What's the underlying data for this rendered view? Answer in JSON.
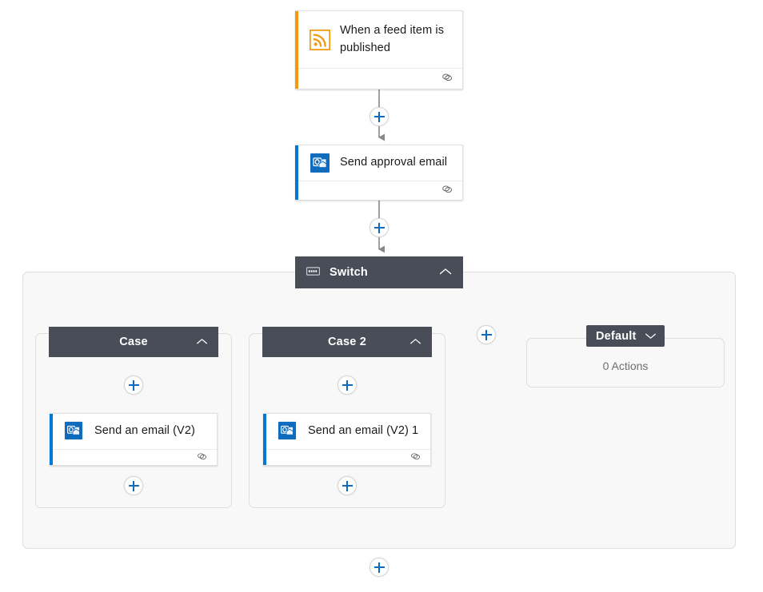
{
  "flow": {
    "trigger": {
      "title": "When a feed item is published",
      "icon": "rss-icon",
      "accent_color": "#f3990b",
      "footer_icon": "comment-icon"
    },
    "actions": [
      {
        "id": "send-approval-email",
        "title": "Send approval email",
        "icon": "outlook-icon",
        "accent_color": "#0078d4",
        "footer_icon": "comment-icon"
      }
    ],
    "switch": {
      "label": "Switch",
      "icon": "switch-icon",
      "collapse_icon": "chevron-up-icon",
      "cases": [
        {
          "label": "Case",
          "collapse_icon": "chevron-up-icon",
          "action": {
            "title": "Send an email (V2)",
            "icon": "outlook-icon",
            "accent_color": "#0078d4",
            "footer_icon": "comment-icon"
          }
        },
        {
          "label": "Case 2",
          "collapse_icon": "chevron-up-icon",
          "action": {
            "title": "Send an email (V2) 1",
            "icon": "outlook-icon",
            "accent_color": "#0078d4",
            "footer_icon": "comment-icon"
          }
        }
      ],
      "default": {
        "label": "Default",
        "expand_icon": "chevron-down-icon",
        "actions_text": "0 Actions"
      },
      "add_case_label": "+"
    },
    "add_buttons": {
      "after_trigger": "+",
      "after_send_approval": "+",
      "case1_before_action": "+",
      "case1_after_action": "+",
      "case2_before_action": "+",
      "case2_after_action": "+",
      "add_case": "+",
      "after_switch": "+"
    },
    "colors": {
      "bar_dark": "#484d58",
      "accent_blue": "#0078d4",
      "accent_orange": "#f3990b",
      "plus_blue": "#0f6cbd",
      "scope_bg": "#f8f8f8",
      "wire_gray": "#8a8886"
    }
  }
}
